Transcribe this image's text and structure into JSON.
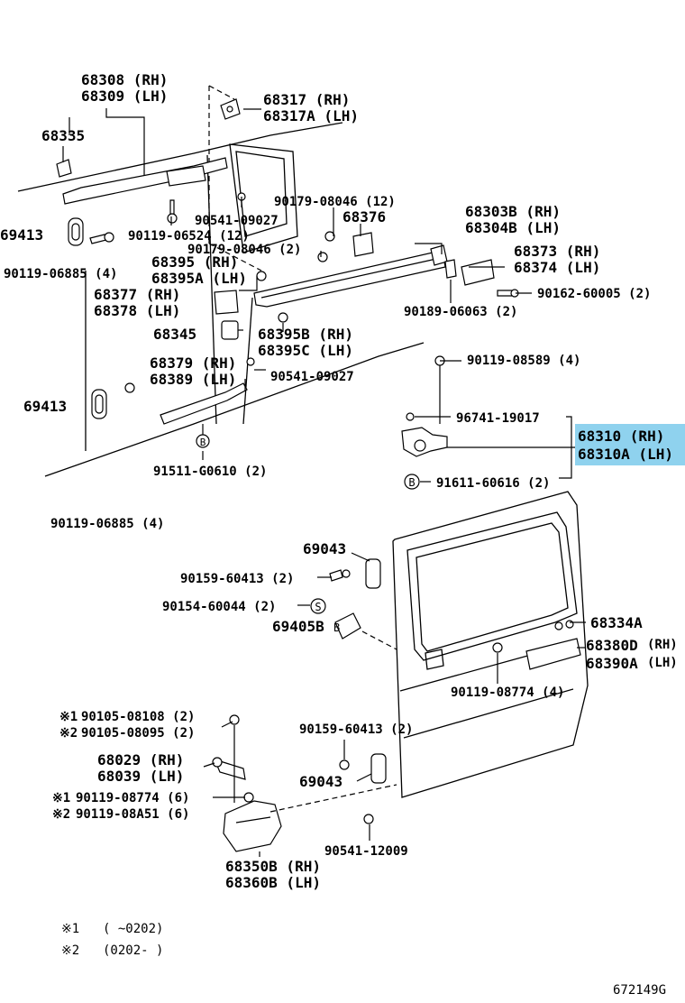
{
  "labels": {
    "p68308": "68308 (RH)",
    "p68309": "68309 (LH)",
    "p68317": "68317 (RH)",
    "p68317A": "68317A (LH)",
    "p68335": "68335",
    "p90179a": "90179-08046 (12)",
    "p68376": "68376",
    "p90541a": "90541-09027",
    "p69413a": "69413",
    "p90119_06524": "90119-06524 (12)",
    "p90179b": "90179-08046 (2)",
    "p68303B": "68303B (RH)",
    "p68304B": "68304B (LH)",
    "p68373": "68373 (RH)",
    "p68374": "68374 (LH)",
    "p90119_06885a": "90119-06885 (4)",
    "p68395": "68395 (RH)",
    "p68395A": "68395A (LH)",
    "p68377": "68377 (RH)",
    "p68378": "68378 (LH)",
    "p90162": "90162-60005 (2)",
    "p90189": "90189-06063 (2)",
    "p68345": "68345",
    "p68395B": "68395B (RH)",
    "p68395C": "68395C (LH)",
    "p68379": "68379 (RH)",
    "p68389": "68389 (LH)",
    "p90541b": "90541-09027",
    "p90119_08589": "90119-08589 (4)",
    "p69413b": "69413",
    "p96741": "96741-19017",
    "p68310": "68310 (RH)",
    "p68310A": "68310A (LH)",
    "p91511": "91511-G0610 (2)",
    "p91611": "91611-60616 (2)",
    "p90119_06885b": "90119-06885 (4)",
    "p69043a": "69043",
    "p90159a": "90159-60413 (2)",
    "p90154": "90154-60044 (2)",
    "p69405B": "69405B",
    "p68334A": "68334A",
    "p68380D": "68380D",
    "p68390A": "68390A",
    "p90119_08774a": "90119-08774 (4)",
    "p90105_08108": "90105-08108 (2)",
    "p90105_08095": "90105-08095 (2)",
    "p90159b": "90159-60413 (2)",
    "p68029": "68029 (RH)",
    "p68039": "68039 (LH)",
    "p69043b": "69043",
    "p90119_08774b": "90119-08774 (6)",
    "p90119_08A51": "90119-08A51 (6)",
    "p90541_12009": "90541-12009",
    "p68350B": "68350B (RH)",
    "p68360B": "68360B (LH)"
  },
  "small": {
    "rh": "(RH)",
    "lh": "(LH)",
    "b": "B",
    "s": "S"
  },
  "marks": {
    "m1": "※1",
    "m2": "※2"
  },
  "notes": {
    "n1_mark": "※1",
    "n1_text": "(      ~0202)",
    "n2_mark": "※2",
    "n2_text": "(0202-      )"
  },
  "figure_id": "672149G",
  "highlight_color": "#8fd2ee"
}
